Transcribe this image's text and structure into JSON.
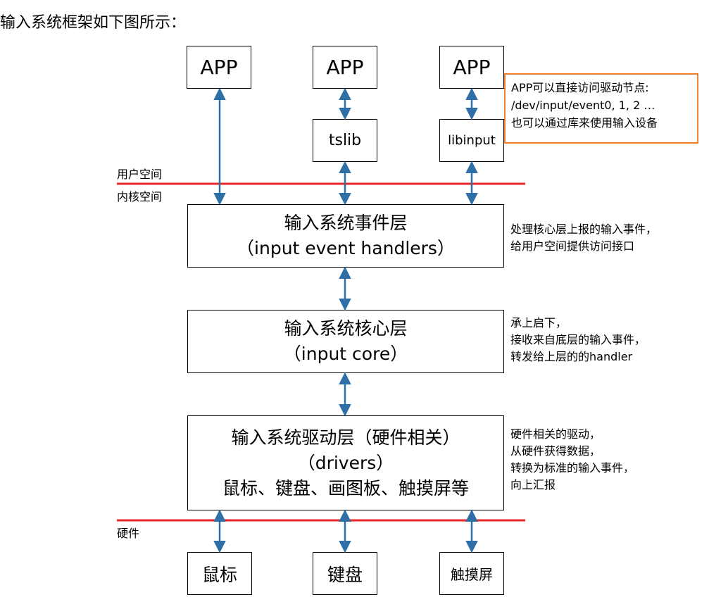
{
  "intro": "输入系统框架如下图所示：",
  "colors": {
    "kernel_line": "#e8252a",
    "arrow": "#2e6fa8",
    "callout_border": "#f07f2a"
  },
  "apps": [
    "APP",
    "APP",
    "APP"
  ],
  "libs": {
    "tslib": "tslib",
    "libinput": "libinput"
  },
  "callout": {
    "line1": "APP可以直接访问驱动节点:",
    "line2": "/dev/input/event0, 1, 2 …",
    "line3": "也可以通过库来使用输入设备"
  },
  "boundary_user": {
    "above": "用户空间",
    "below": "内核空间"
  },
  "boundary_hw": {
    "label": "硬件"
  },
  "event_layer": {
    "title": "输入系统事件层",
    "subtitle": "（input event handlers）",
    "note1": "处理核心层上报的输入事件，",
    "note2": "给用户空间提供访问接口"
  },
  "core_layer": {
    "title": "输入系统核心层",
    "subtitle": "（input core）",
    "note1": "承上启下，",
    "note2": "接收来自底层的输入事件，",
    "note3": "转发给上层的的handler"
  },
  "driver_layer": {
    "title": "输入系统驱动层（硬件相关）",
    "subtitle": "（drivers）",
    "devices": "鼠标、键盘、画图板、触摸屏等",
    "note1": "硬件相关的驱动，",
    "note2": "从硬件获得数据，",
    "note3": "转换为标准的输入事件，",
    "note4": "向上汇报"
  },
  "hardware": [
    "鼠标",
    "键盘",
    "触摸屏"
  ]
}
